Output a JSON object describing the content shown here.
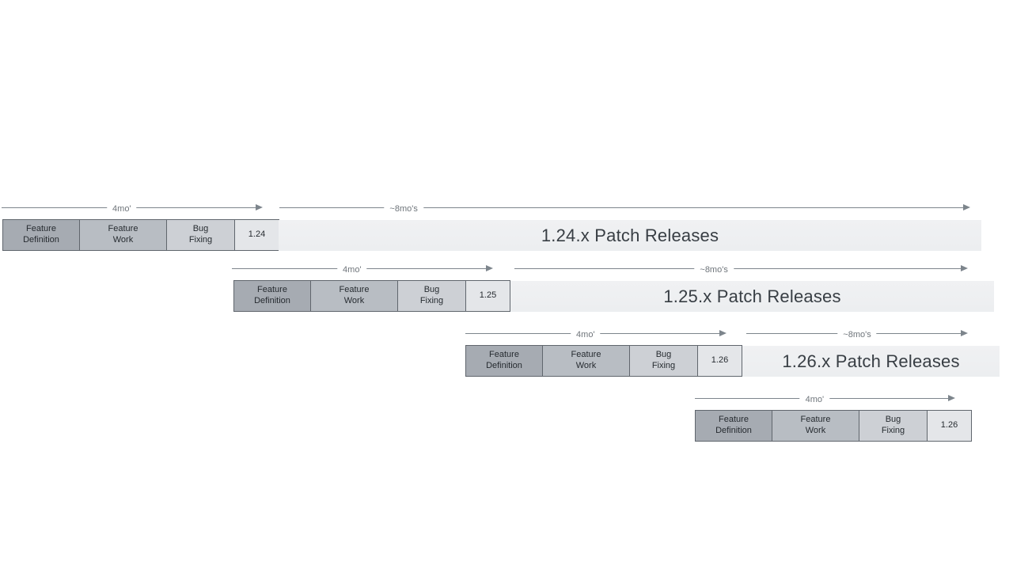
{
  "colors": {
    "feature_definition_fill": "#a6abb2",
    "feature_work_fill": "#b8bdc3",
    "bug_fixing_fill": "#cdd0d5",
    "version_fill": "#e4e6e9",
    "patch_bar_fill": "#f0f1f3",
    "border": "#60666d",
    "arrow": "#7d858c",
    "arrow_label": "#6f757b",
    "box_text": "#262b30",
    "patch_text": "#383e44"
  },
  "rows": [
    {
      "four_mo_label": "4mo'",
      "eight_mo_label": "~8mo's",
      "feature_definition": "Feature\nDefinition",
      "feature_work": "Feature\nWork",
      "bug_fixing": "Bug\nFixing",
      "version": "1.24",
      "patch_label": "1.24.x Patch Releases"
    },
    {
      "four_mo_label": "4mo'",
      "eight_mo_label": "~8mo's",
      "feature_definition": "Feature\nDefinition",
      "feature_work": "Feature\nWork",
      "bug_fixing": "Bug\nFixing",
      "version": "1.25",
      "patch_label": "1.25.x Patch Releases"
    },
    {
      "four_mo_label": "4mo'",
      "eight_mo_label": "~8mo's",
      "feature_definition": "Feature\nDefinition",
      "feature_work": "Feature\nWork",
      "bug_fixing": "Bug\nFixing",
      "version": "1.26",
      "patch_label": "1.26.x Patch Releases"
    },
    {
      "four_mo_label": "4mo'",
      "feature_definition": "Feature\nDefinition",
      "feature_work": "Feature\nWork",
      "bug_fixing": "Bug\nFixing",
      "version": "1.26"
    }
  ]
}
